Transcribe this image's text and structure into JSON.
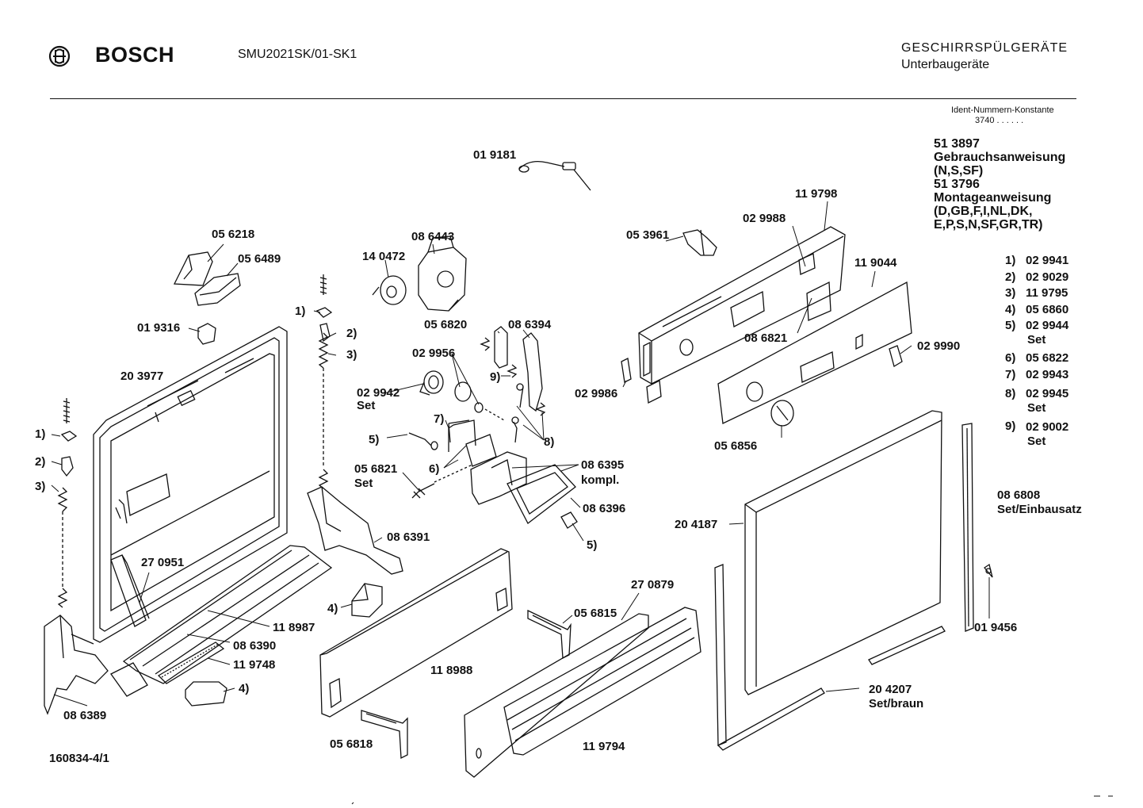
{
  "header": {
    "brand": "BOSCH",
    "model": "SMU2021SK/01-SK1",
    "category": "GESCHIRRSPÜLGERÄTE",
    "subcategory": "Unterbaugeräte",
    "ident_title": "Ident-Nummern-Konstante",
    "ident_value": "3740  . .   . . . ."
  },
  "manuals": [
    "51 3897",
    "Gebrauchsanweisung",
    "(N,S,SF)",
    "51 3796",
    "Montageanweisung",
    "(D,GB,F,I,NL,DK,",
    "E,P,S,N,SF,GR,TR)"
  ],
  "footnotes": [
    {
      "key": "1)",
      "value": "02 9941"
    },
    {
      "key": "2)",
      "value": "02 9029"
    },
    {
      "key": "3)",
      "value": "11 9795"
    },
    {
      "key": "4)",
      "value": "05 6860"
    },
    {
      "key": "5)",
      "value": "02 9944",
      "sub": "Set"
    },
    {
      "key": "6)",
      "value": "05 6822"
    },
    {
      "key": "7)",
      "value": "02 9943"
    },
    {
      "key": "8)",
      "value": "02 9945",
      "sub": "Set"
    },
    {
      "key": "9)",
      "value": "02 9002",
      "sub": "Set"
    }
  ],
  "parts": {
    "p019181": "01 9181",
    "p056218": "05 6218",
    "p056489": "05 6489",
    "p086443": "08 6443",
    "p140472": "14 0472",
    "p019316": "01 9316",
    "fn1a": "1)",
    "fn2a": "2)",
    "fn3a": "3)",
    "p203977": "20 3977",
    "p056820": "05 6820",
    "p086394": "08 6394",
    "p029956": "02 9956",
    "fn9": "9)",
    "p029942": "02 9942",
    "p029942s": "Set",
    "fn7": "7)",
    "fn5a": "5)",
    "fn6": "6)",
    "fn8": "8)",
    "p056821": "05 6821",
    "p056821s": "Set",
    "p086395": "08 6395",
    "p086395s": "kompl.",
    "p086396": "08 6396",
    "fn5b": "5)",
    "fn1b": "1)",
    "fn2b": "2)",
    "fn3b": "3)",
    "p086391": "08 6391",
    "p270951": "27 0951",
    "fn4a": "4)",
    "p118987": "11 8987",
    "p086390": "08 6390",
    "p119748": "11 9748",
    "fn4b": "4)",
    "p086389": "08 6389",
    "p118988": "11 8988",
    "p056818": "05 6818",
    "p056815": "05 6815",
    "p270879": "27 0879",
    "p119794": "11 9794",
    "p053961": "05 3961",
    "p119798": "11 9798",
    "p029988": "02 9988",
    "p119044": "11 9044",
    "p086821": "08 6821",
    "p029990": "02 9990",
    "p029986": "02 9986",
    "p056856": "05 6856",
    "p204187": "20 4187",
    "p086808": "08 6808",
    "p086808s": "Set/Einbausatz",
    "p019456": "01 9456",
    "p204207": "20 4207",
    "p204207s": "Set/braun"
  },
  "drawing_number": "160834-4/1"
}
